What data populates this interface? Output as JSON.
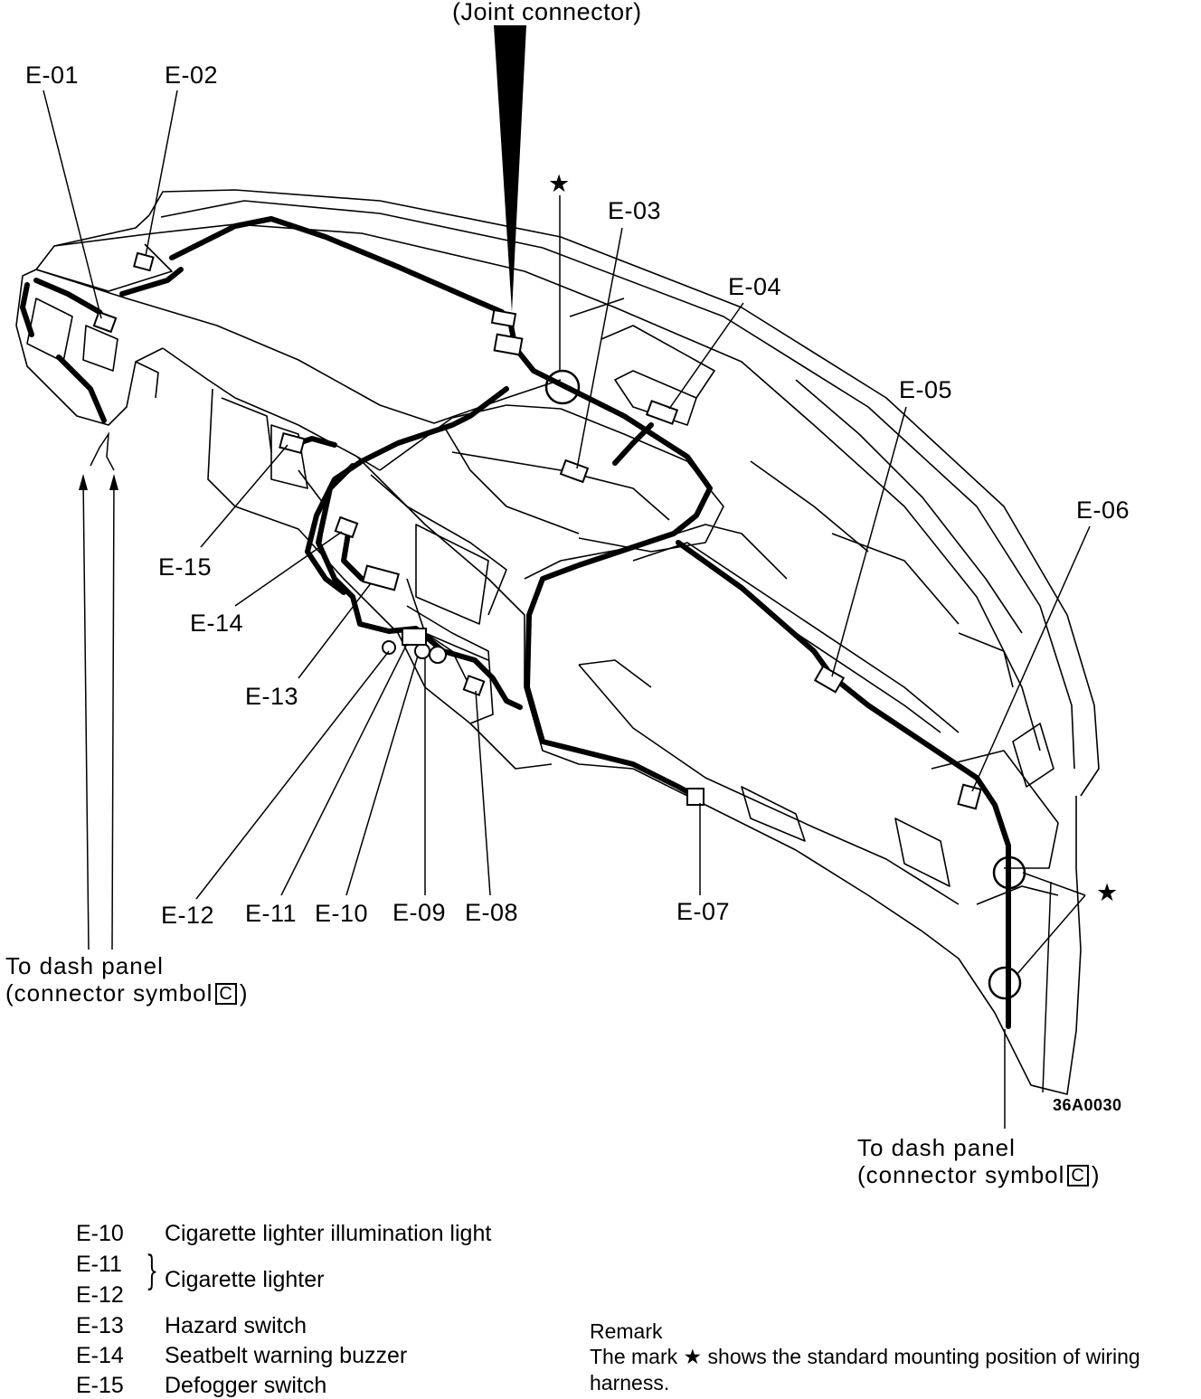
{
  "title": "(Joint connector)",
  "star_glyph": "★",
  "figure_code": "36A0030",
  "connectors": {
    "e01": "E-01",
    "e02": "E-02",
    "e03": "E-03",
    "e04": "E-04",
    "e05": "E-05",
    "e06": "E-06",
    "e07": "E-07",
    "e08": "E-08",
    "e09": "E-09",
    "e10": "E-10",
    "e11": "E-11",
    "e12": "E-12",
    "e13": "E-13",
    "e14": "E-14",
    "e15": "E-15"
  },
  "callout_left": {
    "line1": "To dash panel",
    "line2_pre": "(connector symbol",
    "symbol": "C",
    "line2_post": ")"
  },
  "callout_right": {
    "line1": "To dash panel",
    "line2_pre": "(connector symbol",
    "symbol": "C",
    "line2_post": ")"
  },
  "legend": {
    "e10": {
      "code": "E-10",
      "desc": "Cigarette lighter illumination light"
    },
    "e11": {
      "code": "E-11"
    },
    "e12": {
      "code": "E-12"
    },
    "e11_12_desc": "Cigarette lighter",
    "e13": {
      "code": "E-13",
      "desc": "Hazard switch"
    },
    "e14": {
      "code": "E-14",
      "desc": "Seatbelt warning buzzer"
    },
    "e15": {
      "code": "E-15",
      "desc": "Defogger switch"
    }
  },
  "remark": {
    "heading": "Remark",
    "text_pre": "The mark",
    "text_post": "shows the standard mounting position of wiring harness."
  }
}
